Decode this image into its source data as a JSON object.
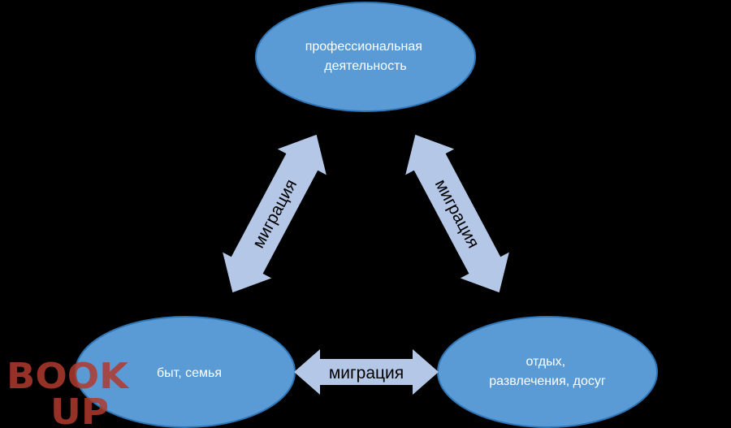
{
  "nodes": {
    "work": {
      "line1": "профессиональная",
      "line2": "деятельность"
    },
    "home": {
      "line1": "быт, семья"
    },
    "leisure": {
      "line1": "отдых,",
      "line2": "развлечения, досуг"
    }
  },
  "arrows": {
    "left": {
      "label": "миграция"
    },
    "right": {
      "label": "миграция"
    },
    "bottom": {
      "label": "миграция"
    }
  },
  "watermark": {
    "line1": "BOOK",
    "line2": "UP"
  },
  "colors": {
    "background": "#000000",
    "node_fill": "#5b9bd5",
    "node_stroke": "#2e75b6",
    "arrow_fill": "#b4c7e7",
    "watermark": "#b03a2e"
  }
}
